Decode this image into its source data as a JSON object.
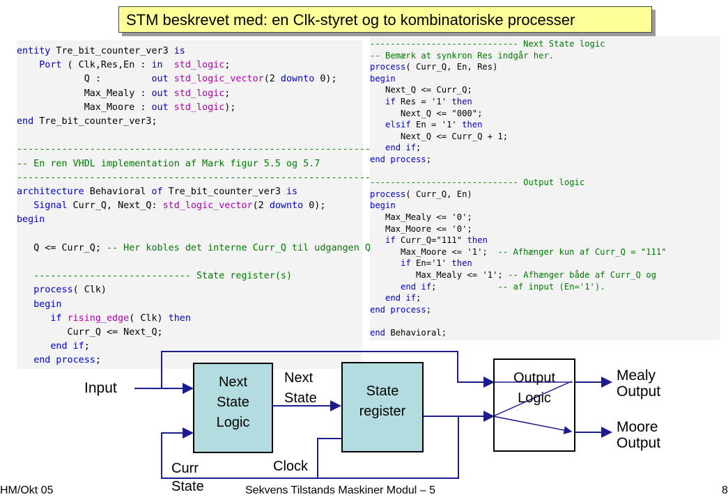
{
  "slide": {
    "title": "STM beskrevet med:  en Clk-styret og to kombinatoriske processer"
  },
  "left_code": {
    "lines": [
      [
        {
          "t": "entity",
          "c": "k"
        },
        {
          "t": " Tre_bit_counter_ver3 ",
          "c": ""
        },
        {
          "t": "is",
          "c": "k"
        }
      ],
      [
        {
          "t": "    ",
          "c": ""
        },
        {
          "t": "Port",
          "c": "k"
        },
        {
          "t": " ( Clk,Res,En : ",
          "c": ""
        },
        {
          "t": "in",
          "c": "k"
        },
        {
          "t": "  ",
          "c": ""
        },
        {
          "t": "std_logic",
          "c": "t"
        },
        {
          "t": ";",
          "c": ""
        }
      ],
      [
        {
          "t": "            Q :         ",
          "c": ""
        },
        {
          "t": "out",
          "c": "k"
        },
        {
          "t": " ",
          "c": ""
        },
        {
          "t": "std_logic_vector",
          "c": "t"
        },
        {
          "t": "(2 ",
          "c": ""
        },
        {
          "t": "downto",
          "c": "k"
        },
        {
          "t": " 0);",
          "c": ""
        }
      ],
      [
        {
          "t": "            Max_Mealy : ",
          "c": ""
        },
        {
          "t": "out",
          "c": "k"
        },
        {
          "t": " ",
          "c": ""
        },
        {
          "t": "std_logic",
          "c": "t"
        },
        {
          "t": ";",
          "c": ""
        }
      ],
      [
        {
          "t": "            Max_Moore : ",
          "c": ""
        },
        {
          "t": "out",
          "c": "k"
        },
        {
          "t": " ",
          "c": ""
        },
        {
          "t": "std_logic",
          "c": "t"
        },
        {
          "t": ");",
          "c": ""
        }
      ],
      [
        {
          "t": "end",
          "c": "k"
        },
        {
          "t": " Tre_bit_counter_ver3;",
          "c": ""
        }
      ],
      [],
      [
        {
          "t": "----------------------------------------------------------------",
          "c": "c"
        }
      ],
      [
        {
          "t": "-- En ren VHDL implementation af Mark figur 5.5 og 5.7",
          "c": "c"
        }
      ],
      [
        {
          "t": "----------------------------------------------------------------",
          "c": "c"
        }
      ],
      [
        {
          "t": "architecture",
          "c": "k"
        },
        {
          "t": " Behavioral ",
          "c": ""
        },
        {
          "t": "of",
          "c": "k"
        },
        {
          "t": " Tre_bit_counter_ver3 ",
          "c": ""
        },
        {
          "t": "is",
          "c": "k"
        }
      ],
      [
        {
          "t": "   ",
          "c": ""
        },
        {
          "t": "Signal",
          "c": "k"
        },
        {
          "t": " Curr_Q, Next_Q: ",
          "c": ""
        },
        {
          "t": "std_logic_vector",
          "c": "t"
        },
        {
          "t": "(2 ",
          "c": ""
        },
        {
          "t": "downto",
          "c": "k"
        },
        {
          "t": " 0);",
          "c": ""
        }
      ],
      [
        {
          "t": "begin",
          "c": "k"
        }
      ],
      [],
      [
        {
          "t": "   Q <= Curr_Q; ",
          "c": ""
        },
        {
          "t": "-- Her kobles det interne Curr_Q til udgangen Q",
          "c": "c"
        }
      ],
      [],
      [
        {
          "t": "   ---------------------------- State register(s)",
          "c": "c"
        }
      ],
      [
        {
          "t": "   ",
          "c": ""
        },
        {
          "t": "process",
          "c": "k"
        },
        {
          "t": "( Clk)",
          "c": ""
        }
      ],
      [
        {
          "t": "   ",
          "c": ""
        },
        {
          "t": "begin",
          "c": "k"
        }
      ],
      [
        {
          "t": "      ",
          "c": ""
        },
        {
          "t": "if",
          "c": "k"
        },
        {
          "t": " ",
          "c": ""
        },
        {
          "t": "rising_edge",
          "c": "t"
        },
        {
          "t": "( Clk) ",
          "c": ""
        },
        {
          "t": "then",
          "c": "k"
        }
      ],
      [
        {
          "t": "         Curr_Q <= Next_Q;",
          "c": ""
        }
      ],
      [
        {
          "t": "      ",
          "c": ""
        },
        {
          "t": "end if",
          "c": "k"
        },
        {
          "t": ";",
          "c": ""
        }
      ],
      [
        {
          "t": "   ",
          "c": ""
        },
        {
          "t": "end process",
          "c": "k"
        },
        {
          "t": ";",
          "c": ""
        }
      ]
    ]
  },
  "right_code": {
    "lines": [
      [
        {
          "t": "----------------------------- Next State logic",
          "c": "c"
        }
      ],
      [
        {
          "t": "-- Bemærk at synkron Res indgår her.",
          "c": "c"
        }
      ],
      [
        {
          "t": "process",
          "c": "k"
        },
        {
          "t": "( Curr_Q, En, Res)",
          "c": ""
        }
      ],
      [
        {
          "t": "begin",
          "c": "k"
        }
      ],
      [
        {
          "t": "   Next_Q <= Curr_Q;",
          "c": ""
        }
      ],
      [
        {
          "t": "   ",
          "c": ""
        },
        {
          "t": "if",
          "c": "k"
        },
        {
          "t": " Res = '1' ",
          "c": ""
        },
        {
          "t": "then",
          "c": "k"
        }
      ],
      [
        {
          "t": "      Next_Q <= \"000\";",
          "c": ""
        }
      ],
      [
        {
          "t": "   ",
          "c": ""
        },
        {
          "t": "elsif",
          "c": "k"
        },
        {
          "t": " En = '1' ",
          "c": ""
        },
        {
          "t": "then",
          "c": "k"
        }
      ],
      [
        {
          "t": "      Next_Q <= Curr_Q + 1;",
          "c": ""
        }
      ],
      [
        {
          "t": "   ",
          "c": ""
        },
        {
          "t": "end if",
          "c": "k"
        },
        {
          "t": ";",
          "c": ""
        }
      ],
      [
        {
          "t": "end process",
          "c": "k"
        },
        {
          "t": ";",
          "c": ""
        }
      ],
      [],
      [
        {
          "t": "----------------------------- Output logic",
          "c": "c"
        }
      ],
      [
        {
          "t": "process",
          "c": "k"
        },
        {
          "t": "( Curr_Q, En)",
          "c": ""
        }
      ],
      [
        {
          "t": "begin",
          "c": "k"
        }
      ],
      [
        {
          "t": "   Max_Mealy <= '0';",
          "c": ""
        }
      ],
      [
        {
          "t": "   Max_Moore <= '0';",
          "c": ""
        }
      ],
      [
        {
          "t": "   ",
          "c": ""
        },
        {
          "t": "if",
          "c": "k"
        },
        {
          "t": " Curr_Q=\"111\" ",
          "c": ""
        },
        {
          "t": "then",
          "c": "k"
        }
      ],
      [
        {
          "t": "      Max_Moore <= '1';  ",
          "c": ""
        },
        {
          "t": "-- Afhænger kun af Curr_Q = \"111\"",
          "c": "c"
        }
      ],
      [
        {
          "t": "      ",
          "c": ""
        },
        {
          "t": "if",
          "c": "k"
        },
        {
          "t": " En='1' ",
          "c": ""
        },
        {
          "t": "then",
          "c": "k"
        }
      ],
      [
        {
          "t": "         Max_Mealy <= '1'; ",
          "c": ""
        },
        {
          "t": "-- Afhænger både af Curr_Q og",
          "c": "c"
        }
      ],
      [
        {
          "t": "      ",
          "c": ""
        },
        {
          "t": "end if",
          "c": "k"
        },
        {
          "t": ";            ",
          "c": ""
        },
        {
          "t": "-- af input (En='1').",
          "c": "c"
        }
      ],
      [
        {
          "t": "   ",
          "c": ""
        },
        {
          "t": "end if",
          "c": "k"
        },
        {
          "t": ";",
          "c": ""
        }
      ],
      [
        {
          "t": "end process",
          "c": "k"
        },
        {
          "t": ";",
          "c": ""
        }
      ],
      [],
      [
        {
          "t": "end",
          "c": "k"
        },
        {
          "t": " Behavioral;",
          "c": ""
        }
      ]
    ]
  },
  "diagram": {
    "input_label": "Input",
    "next_state_logic": [
      "Next",
      "State",
      "Logic"
    ],
    "next_state_label": [
      "Next",
      "State"
    ],
    "state_register": [
      "State",
      "register"
    ],
    "output_logic": [
      "Output",
      "Logic"
    ],
    "mealy_output": [
      "Mealy",
      "Output"
    ],
    "moore_output": [
      "Moore",
      "Output"
    ],
    "curr_state_label": [
      "Curr",
      "State"
    ],
    "clock_label": "Clock"
  },
  "footer": {
    "left": "HM/Okt 05",
    "center": "Sekvens Tilstands Maskiner Modul – 5",
    "right": "8"
  }
}
